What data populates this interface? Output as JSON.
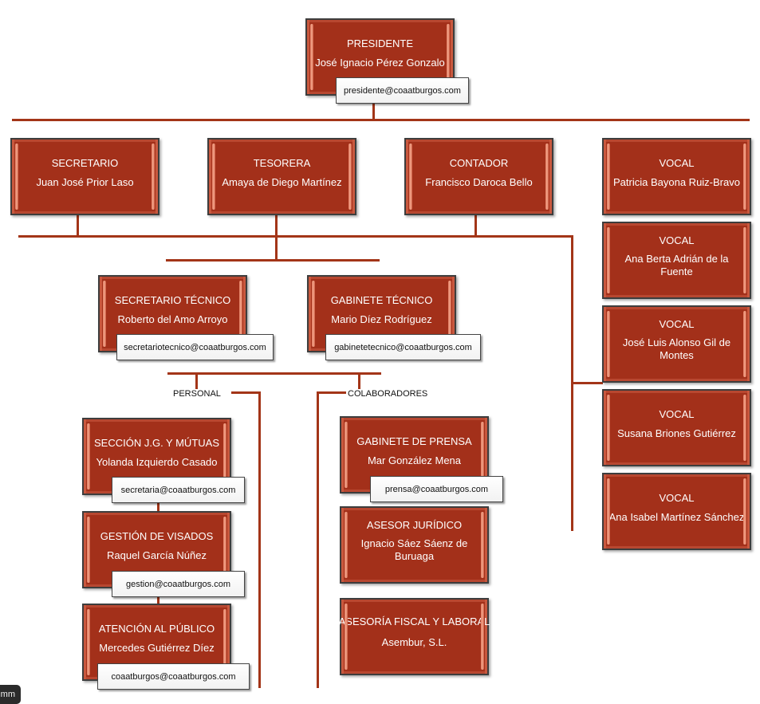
{
  "colors": {
    "box_fill": "#a3301a",
    "connector": "#a33518",
    "email_bg": "#ffffff"
  },
  "president": {
    "role": "PRESIDENTE",
    "name": "José Ignacio Pérez Gonzalo",
    "email": "presidente@coaatburgos.com"
  },
  "board": [
    {
      "role": "SECRETARIO",
      "name": "Juan José Prior Laso"
    },
    {
      "role": "TESORERA",
      "name": "Amaya de Diego Martínez"
    },
    {
      "role": "CONTADOR",
      "name": "Francisco Daroca Bello"
    }
  ],
  "vocals": [
    {
      "role": "VOCAL",
      "name": "Patricia Bayona Ruiz-Bravo"
    },
    {
      "role": "VOCAL",
      "name": "Ana Berta Adrián de la Fuente"
    },
    {
      "role": "VOCAL",
      "name": "José Luis Alonso Gil de Montes"
    },
    {
      "role": "VOCAL",
      "name": "Susana Briones Gutiérrez"
    },
    {
      "role": "VOCAL",
      "name": "Ana Isabel Martínez Sánchez"
    }
  ],
  "technical": [
    {
      "role": "SECRETARIO TÉCNICO",
      "name": "Roberto del Amo Arroyo",
      "email": "secretariotecnico@coaatburgos.com"
    },
    {
      "role": "GABINETE TÉCNICO",
      "name": "Mario Díez Rodríguez",
      "email": "gabinetetecnico@coaatburgos.com"
    }
  ],
  "groups": {
    "personal": "PERSONAL",
    "colaboradores": "COLABORADORES"
  },
  "personal": [
    {
      "role": "SECCIÓN J.G. Y MÚTUAS",
      "name": "Yolanda Izquierdo Casado",
      "email": "secretaria@coaatburgos.com"
    },
    {
      "role": "GESTIÓN DE VISADOS",
      "name": "Raquel García Núñez",
      "email": "gestion@coaatburgos.com"
    },
    {
      "role": "ATENCIÓN AL PÚBLICO",
      "name": "Mercedes Gutiérrez Díez",
      "email": "coaatburgos@coaatburgos.com"
    }
  ],
  "colaboradores": [
    {
      "role": "GABINETE DE PRENSA",
      "name": "Mar González Mena",
      "email": "prensa@coaatburgos.com"
    },
    {
      "role": "ASESOR JURÍDICO",
      "name": "Ignacio Sáez Sáenz de Buruaga"
    },
    {
      "role": "ASESORÍA FISCAL Y LABORAL",
      "name": "Asembur, S.L."
    }
  ],
  "badge": {
    "text": "mm"
  }
}
